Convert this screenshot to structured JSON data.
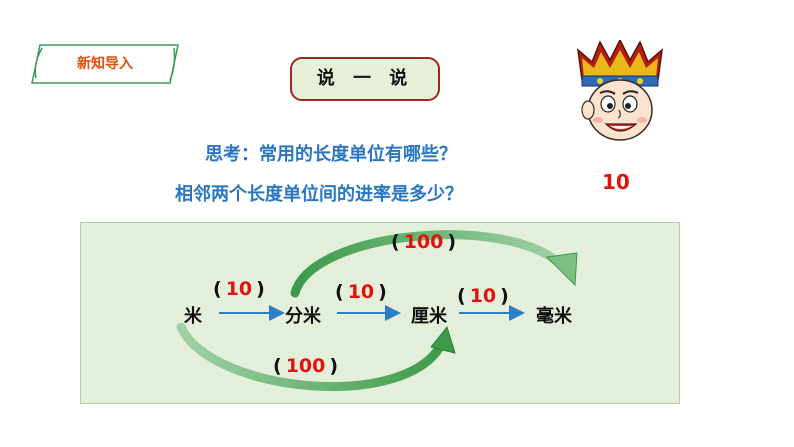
{
  "header": {
    "tag_label": "新知导入",
    "title": "说 一 说"
  },
  "questions": {
    "q1": "思考：常用的长度单位有哪些？",
    "q2": "相邻两个长度单位间的进率是多少？"
  },
  "floating_answer": "10",
  "diagram": {
    "units": [
      "米",
      "分米",
      "厘米",
      "毫米"
    ],
    "ratios": {
      "m_to_dm": "10",
      "dm_to_cm": "10",
      "cm_to_mm": "10",
      "dm_to_mm_arc": "100",
      "m_to_cm_arc": "100"
    },
    "paren_open": "(",
    "paren_close": ")"
  },
  "mascot_icon": "cartoon-face-with-crown-icon",
  "colors": {
    "accent_orange": "#e84b0c",
    "question_blue": "#2a76c2",
    "answer_red": "#e0140c",
    "arrow_blue": "#2d7cc6",
    "arc_green": "#3d9a4a",
    "panel_bg": "#e4efdb"
  }
}
